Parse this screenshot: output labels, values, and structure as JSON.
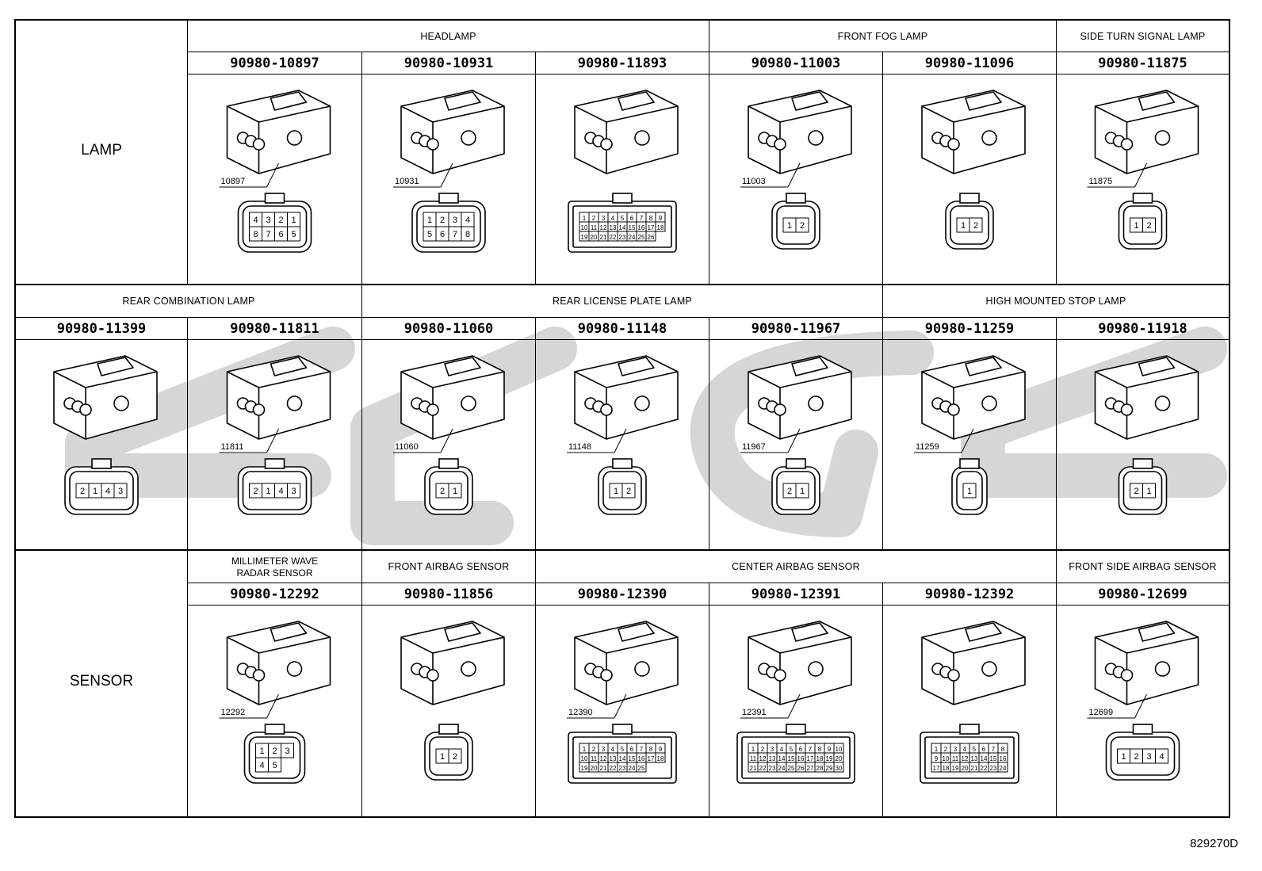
{
  "side_labels": {
    "lamp": "LAMP",
    "sensor": "SENSOR"
  },
  "groups": {
    "headlamp": "HEADLAMP",
    "front_fog_lamp": "FRONT FOG LAMP",
    "side_turn_signal_lamp": "SIDE TURN SIGNAL LAMP",
    "rear_combination_lamp": "REAR COMBINATION LAMP",
    "rear_license_plate_lamp": "REAR LICENSE PLATE LAMP",
    "high_mounted_stop_lamp": "HIGH MOUNTED STOP LAMP",
    "millimeter_wave_radar_sensor_l1": "MILLIMETER WAVE",
    "millimeter_wave_radar_sensor_l2": "RADAR SENSOR",
    "front_airbag_sensor": "FRONT AIRBAG SENSOR",
    "center_airbag_sensor": "CENTER AIRBAG SENSOR",
    "front_side_airbag_sensor": "FRONT SIDE AIRBAG SENSOR"
  },
  "rows": [
    {
      "connectors": [
        {
          "part": "90980-10897",
          "callout": "10897",
          "pins": [
            "4",
            "3",
            "2",
            "1",
            "8",
            "7",
            "6",
            "5"
          ]
        },
        {
          "part": "90980-10931",
          "callout": "10931",
          "pins": [
            "1",
            "2",
            "3",
            "4",
            "5",
            "6",
            "7",
            "8"
          ]
        },
        {
          "part": "90980-11893",
          "callout": "",
          "pins": [
            "1",
            "2",
            "3",
            "4",
            "5",
            "6",
            "7",
            "8",
            "9",
            "10",
            "11",
            "12",
            "13",
            "14",
            "15",
            "16",
            "17",
            "18",
            "19",
            "20",
            "21",
            "22",
            "23",
            "24",
            "25",
            "26"
          ]
        },
        {
          "part": "90980-11003",
          "callout": "11003",
          "pins": [
            "1",
            "2"
          ]
        },
        {
          "part": "90980-11096",
          "callout": "",
          "pins": [
            "1",
            "2"
          ]
        },
        {
          "part": "90980-11875",
          "callout": "11875",
          "pins": [
            "1",
            "2"
          ]
        }
      ]
    },
    {
      "connectors": [
        {
          "part": "90980-11399",
          "callout": "",
          "pins": [
            "2",
            "1",
            "4",
            "3"
          ]
        },
        {
          "part": "90980-11811",
          "callout": "11811",
          "pins": [
            "2",
            "1",
            "4",
            "3"
          ]
        },
        {
          "part": "90980-11060",
          "callout": "11060",
          "pins": [
            "2",
            "1"
          ]
        },
        {
          "part": "90980-11148",
          "callout": "11148",
          "pins": [
            "1",
            "2"
          ]
        },
        {
          "part": "90980-11967",
          "callout": "11967",
          "pins": [
            "2",
            "1"
          ]
        },
        {
          "part": "90980-11259",
          "callout": "11259",
          "pins": [
            "1"
          ]
        },
        {
          "part": "90980-11918",
          "callout": "",
          "pins": [
            "2",
            "1"
          ]
        }
      ]
    },
    {
      "connectors": [
        {
          "part": "90980-12292",
          "callout": "12292",
          "pins": [
            "1",
            "2",
            "3",
            "4",
            "5"
          ]
        },
        {
          "part": "90980-11856",
          "callout": "",
          "pins": [
            "1",
            "2"
          ]
        },
        {
          "part": "90980-12390",
          "callout": "12390",
          "pins": [
            "1",
            "2",
            "3",
            "4",
            "5",
            "6",
            "7",
            "8",
            "9",
            "10",
            "11",
            "12",
            "13",
            "14",
            "15",
            "16",
            "17",
            "18",
            "19",
            "20",
            "21",
            "22",
            "23",
            "24",
            "25"
          ]
        },
        {
          "part": "90980-12391",
          "callout": "12391",
          "pins": [
            "1",
            "2",
            "3",
            "4",
            "5",
            "6",
            "7",
            "8",
            "9",
            "10",
            "11",
            "12",
            "13",
            "14",
            "15",
            "16",
            "17",
            "18",
            "19",
            "20",
            "21",
            "22",
            "23",
            "24",
            "25",
            "26",
            "27",
            "28",
            "29",
            "30"
          ]
        },
        {
          "part": "90980-12392",
          "callout": "",
          "pins": [
            "1",
            "2",
            "3",
            "4",
            "5",
            "6",
            "7",
            "8",
            "9",
            "10",
            "11",
            "12",
            "13",
            "14",
            "15",
            "16",
            "17",
            "18",
            "19",
            "20",
            "21",
            "22",
            "23",
            "24"
          ]
        },
        {
          "part": "90980-12699",
          "callout": "12699",
          "pins": [
            "1",
            "2",
            "3",
            "4"
          ]
        }
      ]
    }
  ],
  "doc_id": "829270D",
  "colors": {
    "ink": "#000000",
    "paper": "#ffffff",
    "watermark": "#c8c8c8"
  }
}
